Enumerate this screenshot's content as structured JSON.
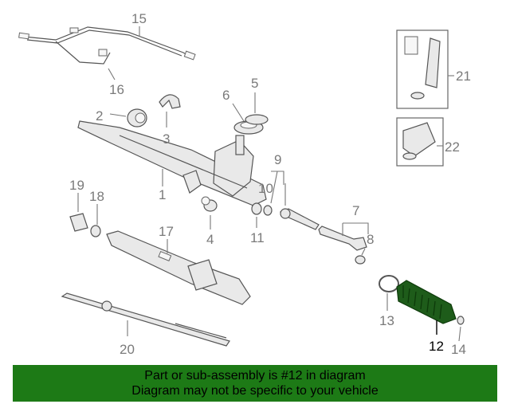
{
  "diagram": {
    "labels": [
      "1",
      "2",
      "3",
      "4",
      "5",
      "6",
      "7",
      "8",
      "9",
      "10",
      "11",
      "12",
      "13",
      "14",
      "15",
      "16",
      "17",
      "18",
      "19",
      "20",
      "21",
      "22"
    ],
    "highlighted_part": "12"
  },
  "footer": {
    "line1": "Part or sub-assembly is #12 in diagram",
    "line2": "Diagram may not be specific to your vehicle"
  },
  "colors": {
    "footer_bg": "#1d7a16",
    "label_gray": "#7a7a7a",
    "highlight": "#000000"
  }
}
